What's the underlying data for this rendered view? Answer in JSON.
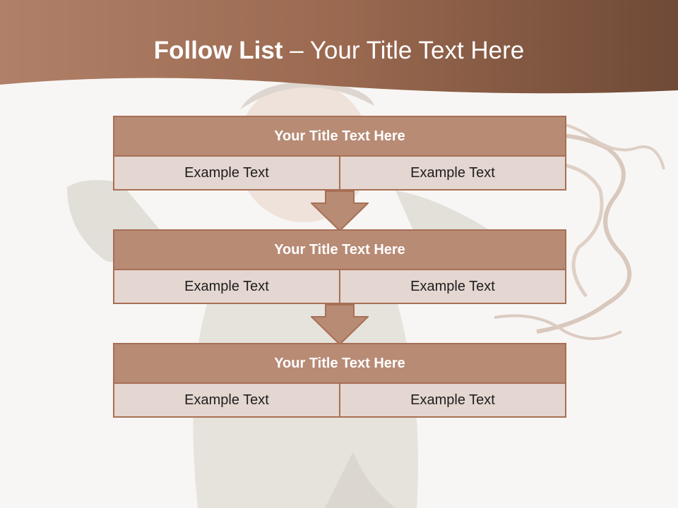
{
  "slide": {
    "title_bold": "Follow List",
    "title_rest": " – Your Title Text Here",
    "accent_color": "#a06a50",
    "box_fill": "#b88b75",
    "cell_fill": "#e4d6d0"
  },
  "boxes": [
    {
      "title": "Your Title Text Here",
      "left": "Example Text",
      "right": "Example Text"
    },
    {
      "title": "Your Title Text Here",
      "left": "Example Text",
      "right": "Example Text"
    },
    {
      "title": "Your Title Text Here",
      "left": "Example Text",
      "right": "Example Text"
    }
  ],
  "arrows": [
    "down-arrow",
    "down-arrow"
  ]
}
